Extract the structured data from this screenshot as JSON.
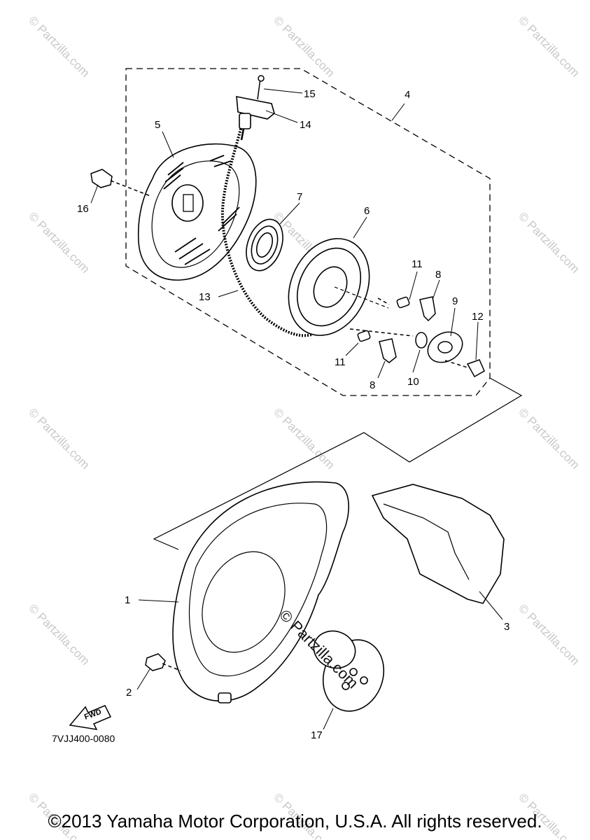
{
  "diagram": {
    "callouts": [
      "1",
      "2",
      "3",
      "4",
      "5",
      "6",
      "7",
      "8",
      "8",
      "9",
      "10",
      "11",
      "11",
      "12",
      "13",
      "14",
      "15",
      "16",
      "17"
    ],
    "fwd_label": "FWD",
    "diagram_code": "7VJJ400-0080",
    "watermark": "© Partzilla.com",
    "center_watermark": "© Partzilla.com"
  },
  "footer": {
    "copyright": "©2013 Yamaha Motor Corporation, U.S.A. All rights reserved."
  }
}
